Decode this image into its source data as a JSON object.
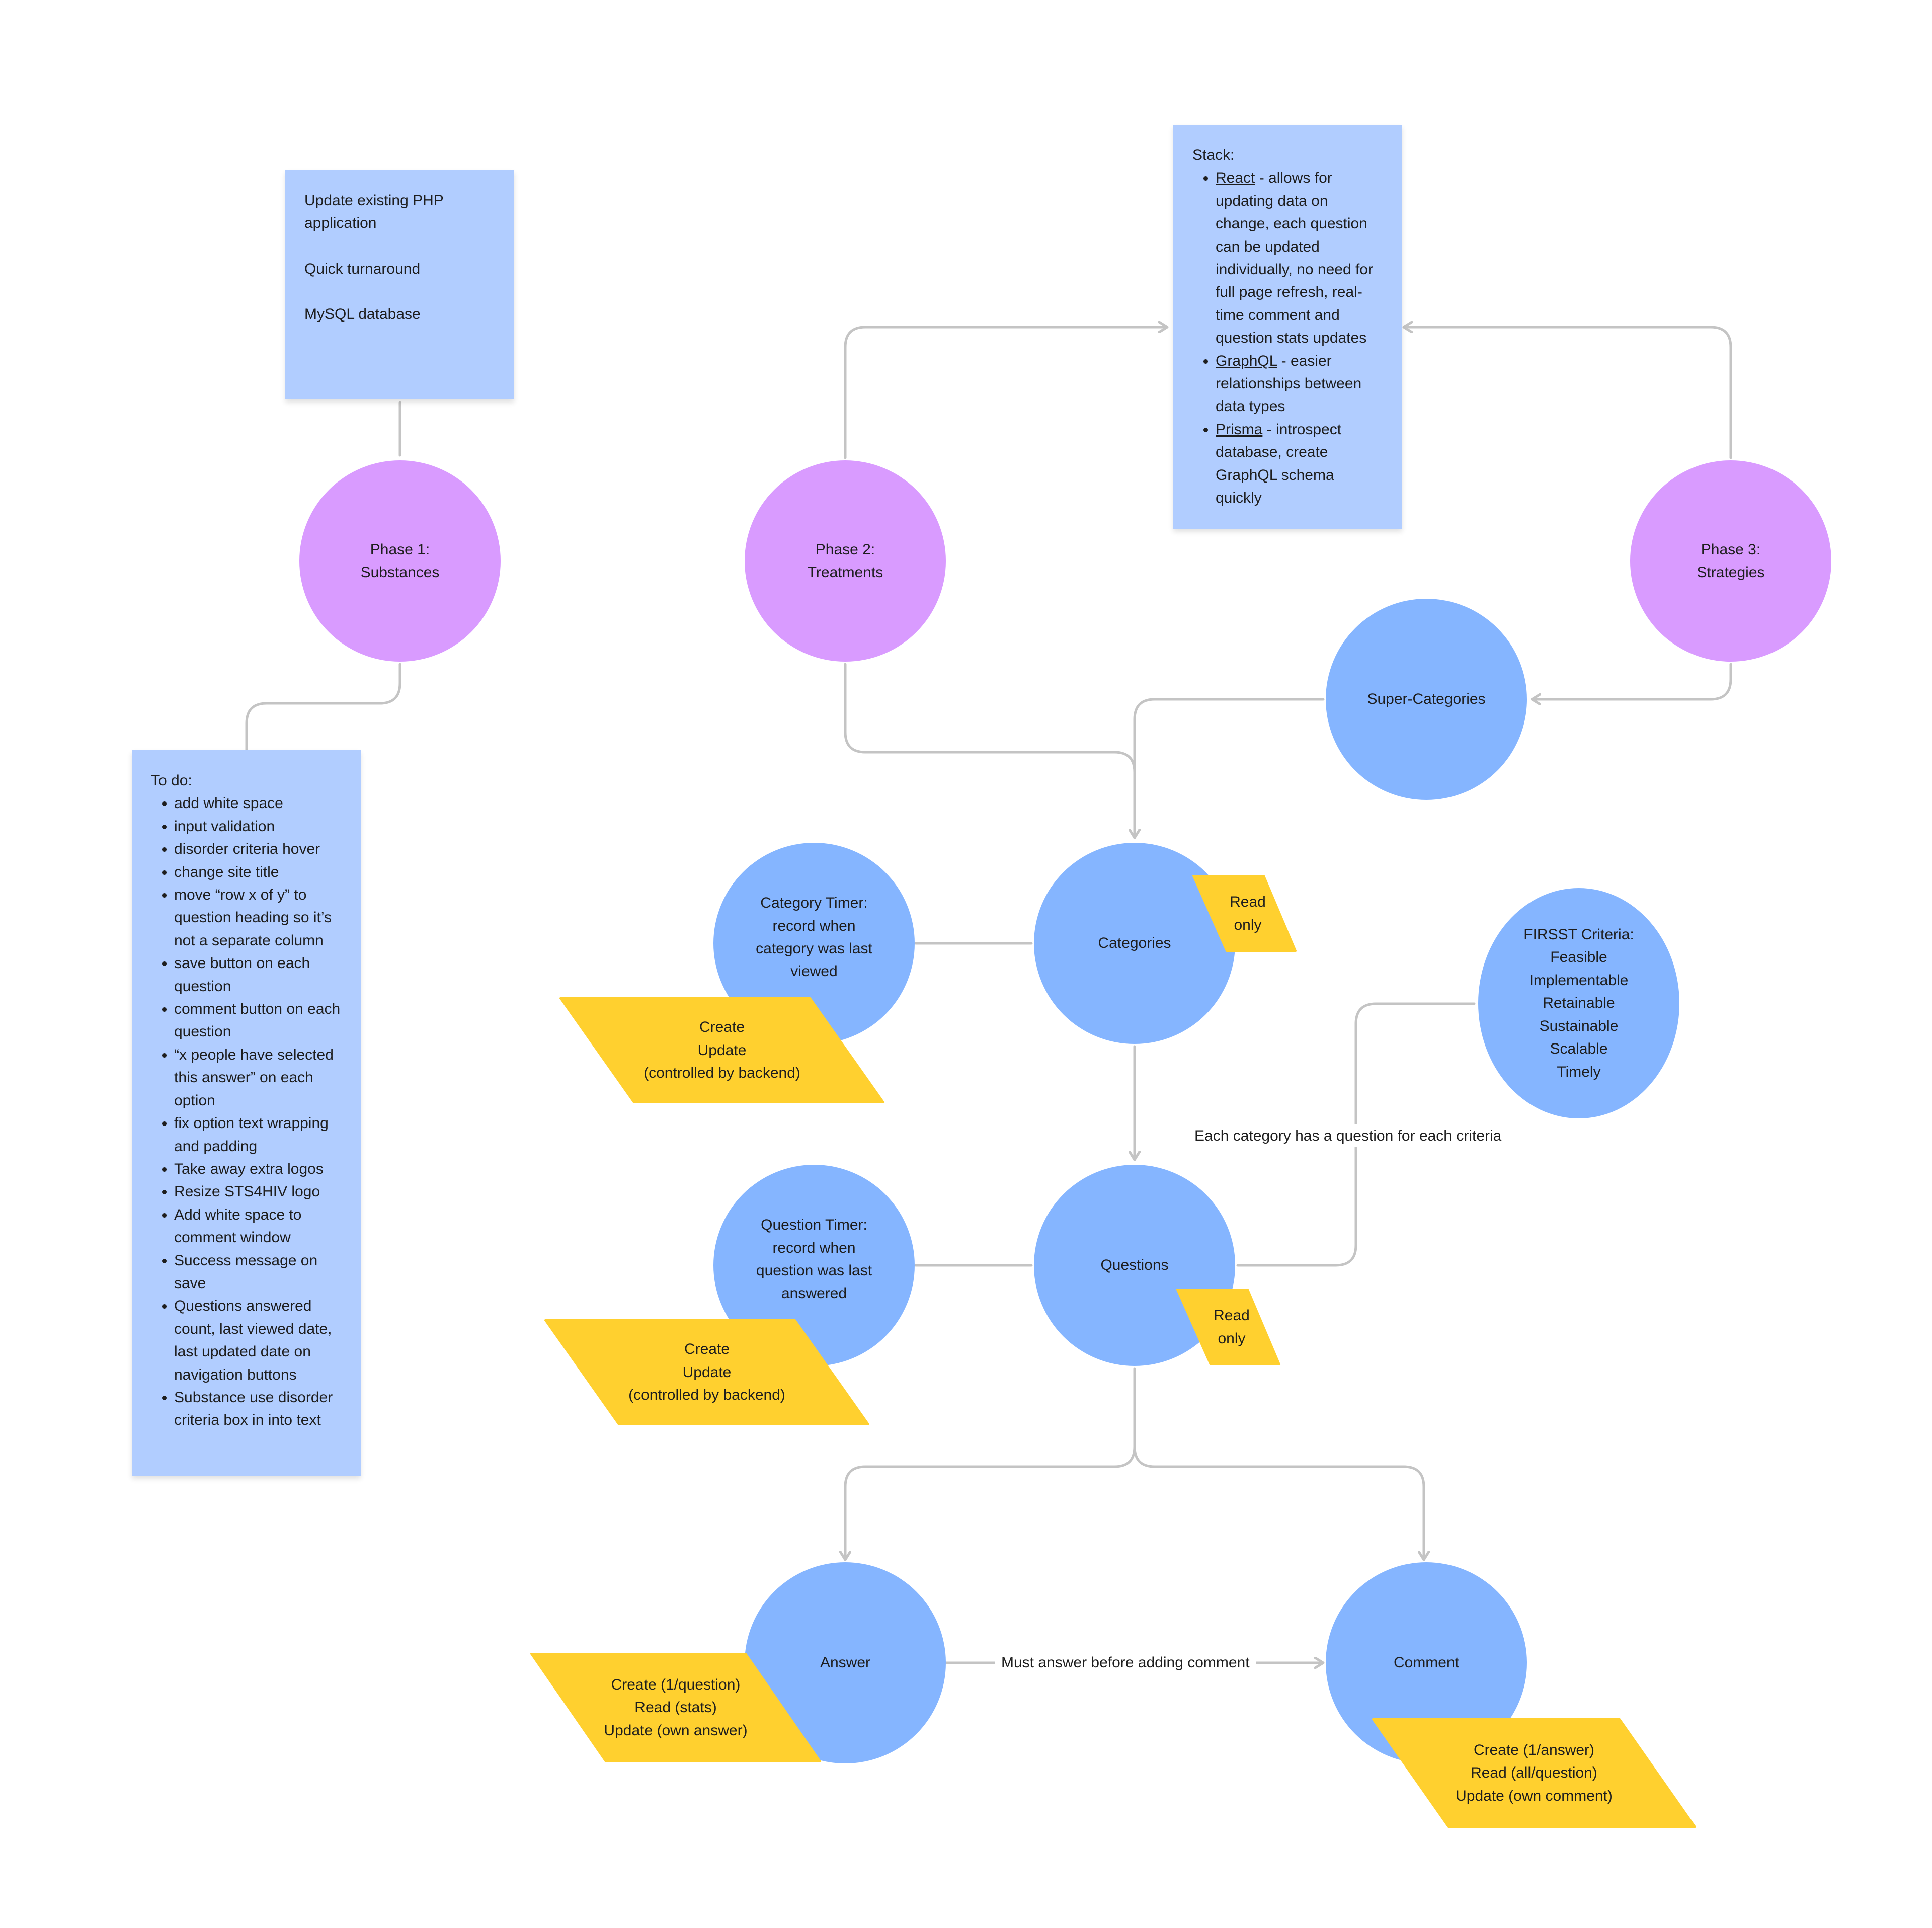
{
  "notes": {
    "phase1": [
      "Update existing PHP application",
      "Quick turnaround",
      "MySQL database"
    ],
    "stack": {
      "title": "Stack:",
      "items": [
        {
          "term": "React",
          "text": " - allows for updating data on change, each question can be updated individually, no need for full page refresh, real-time comment and question stats updates"
        },
        {
          "term": "GraphQL",
          "text": " - easier relationships between data types"
        },
        {
          "term": "Prisma",
          "text": " - introspect database, create GraphQL schema quickly"
        }
      ]
    },
    "todo": {
      "title": "To do:",
      "items": [
        "add white space",
        "input validation",
        "disorder criteria hover",
        "change site title",
        "move “row x of y” to question heading so it’s not a separate column",
        "save button on each question",
        "comment button on each question",
        "“x people have selected this answer” on each option",
        "fix option text wrapping and padding",
        "Take away extra logos",
        "Resize STS4HIV logo",
        "Add white space to comment window",
        "Success message on save",
        "Questions answered count, last viewed date, last updated date on navigation buttons",
        "Substance use disorder criteria box in into text"
      ]
    }
  },
  "nodes": {
    "phase1": "Phase 1:\nSubstances",
    "phase2": "Phase 2:\nTreatments",
    "phase3": "Phase 3:\nStrategies",
    "super_categories": "Super-Categories",
    "categories": "Categories",
    "category_timer": "Category Timer:\nrecord when\ncategory was last\nviewed",
    "firsst": "FIRSST Criteria:\nFeasible\nImplementable\nRetainable\nSustainable\nScalable\nTimely",
    "questions": "Questions",
    "question_timer": "Question Timer:\nrecord when\nquestion was last\nanswered",
    "answer": "Answer",
    "comment": "Comment"
  },
  "tags": {
    "categories_read": "Read\nonly",
    "questions_read": "Read\nonly",
    "category_timer_crud": "Create\nUpdate\n(controlled by backend)",
    "question_timer_crud": "Create\nUpdate\n(controlled by backend)",
    "answer_crud": "Create (1/question)\nRead (stats)\nUpdate (own answer)",
    "comment_crud": "Create (1/answer)\nRead (all/question)\nUpdate (own comment)"
  },
  "labels": {
    "each_category": "Each category has a question for each criteria",
    "must_answer": "Must answer before adding comment"
  },
  "colors": {
    "sticky": "#b1cdff",
    "phase": "#d99bff",
    "entity": "#85b5ff",
    "tag": "#ffd02f",
    "connector": "#c4c4c4"
  }
}
